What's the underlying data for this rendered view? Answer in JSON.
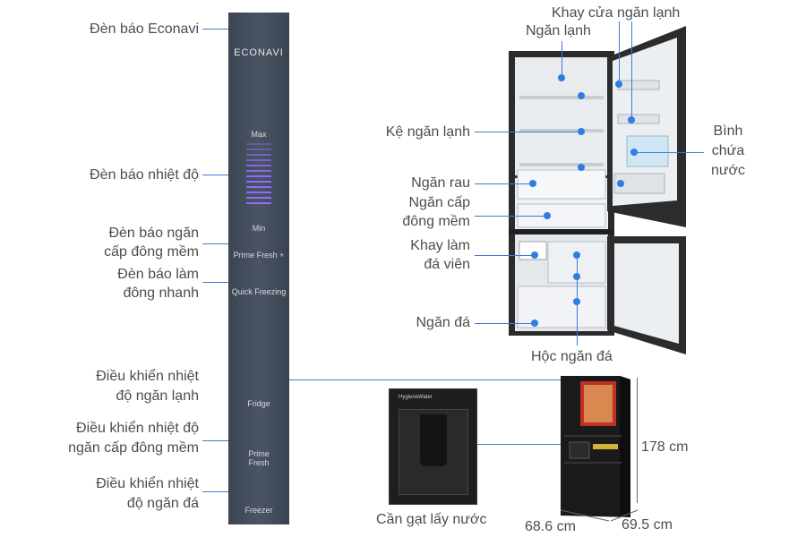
{
  "panel": {
    "econavi": "ECONAVI",
    "max": "Max",
    "min": "Min",
    "prime_fresh_plus": "Prime Fresh +",
    "quick_freezing": "Quick Freezing",
    "fridge": "Fridge",
    "prime_fresh_1": "Prime",
    "prime_fresh_2": "Fresh",
    "freezer": "Freezer"
  },
  "left_labels": {
    "econavi": "Đèn báo Econavi",
    "temp_indicator": "Đèn báo nhiệt độ",
    "soft_freeze_1": "Đèn báo ngăn",
    "soft_freeze_2": "cấp đông mềm",
    "quick_freeze_1": "Đèn báo làm",
    "quick_freeze_2": "đông nhanh",
    "fridge_ctrl_1": "Điều khiển nhiệt",
    "fridge_ctrl_2": "độ ngăn lạnh",
    "soft_ctrl_1": "Điều khiển nhiệt độ",
    "soft_ctrl_2": "ngăn cấp đông mềm",
    "freezer_ctrl_1": "Điều khiển nhiệt",
    "freezer_ctrl_2": "độ ngăn đá"
  },
  "right_labels": {
    "door_tray": "Khay cửa ngăn lạnh",
    "fridge_comp": "Ngăn lạnh",
    "fridge_shelf": "Kệ ngăn lạnh",
    "water_1": "Bình",
    "water_2": "chứa",
    "water_3": "nước",
    "veg": "Ngăn rau",
    "soft_1": "Ngăn cấp",
    "soft_2": "đông mềm",
    "ice_1": "Khay làm",
    "ice_2": "đá viên",
    "freezer": "Ngăn đá",
    "freezer_drawer": "Hộc ngăn đá"
  },
  "dispenser": {
    "brand": "HygieneWater",
    "caption": "Cần gạt lấy nước"
  },
  "dimensions": {
    "height": "178 cm",
    "width": "68.6 cm",
    "depth": "69.5 cm"
  }
}
